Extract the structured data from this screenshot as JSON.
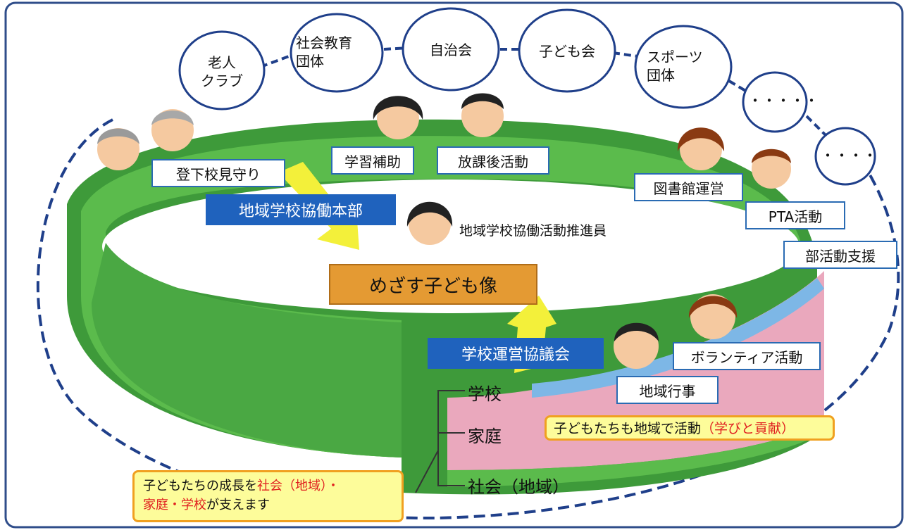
{
  "circles": [
    {
      "line1": "老人",
      "line2": "クラブ"
    },
    {
      "line1": "社会教育",
      "line2": "団体"
    },
    {
      "line1": "自治会"
    },
    {
      "line1": "子ども会"
    },
    {
      "line1": "スポーツ",
      "line2": "団体"
    },
    {
      "line1": "・・・・・"
    },
    {
      "line1": "・・・・"
    }
  ],
  "activities": {
    "mimamori": "登下校見守り",
    "gakushu": "学習補助",
    "houkago": "放課後活動",
    "toshokan": "図書館運営",
    "pta": "PTA活動",
    "bukatsu": "部活動支援",
    "volunteer": "ボランティア活動",
    "gyouji": "地域行事"
  },
  "boxes": {
    "honbu": "地域学校協働本部",
    "kyougikai": "学校運営協議会",
    "suishinin": "地域学校協働活動推進員"
  },
  "goal": "めざす子ども像",
  "layers": [
    "学校",
    "家庭",
    "社会（地域）"
  ],
  "notes": {
    "children": {
      "prefix": "子どもたちも地域で活動",
      "highlight": "（学びと貢献）"
    },
    "support": {
      "part1": "子どもたちの成長を",
      "part2": "社会（地域）・",
      "part3": "家庭・学校",
      "part4": "が支えます"
    }
  }
}
